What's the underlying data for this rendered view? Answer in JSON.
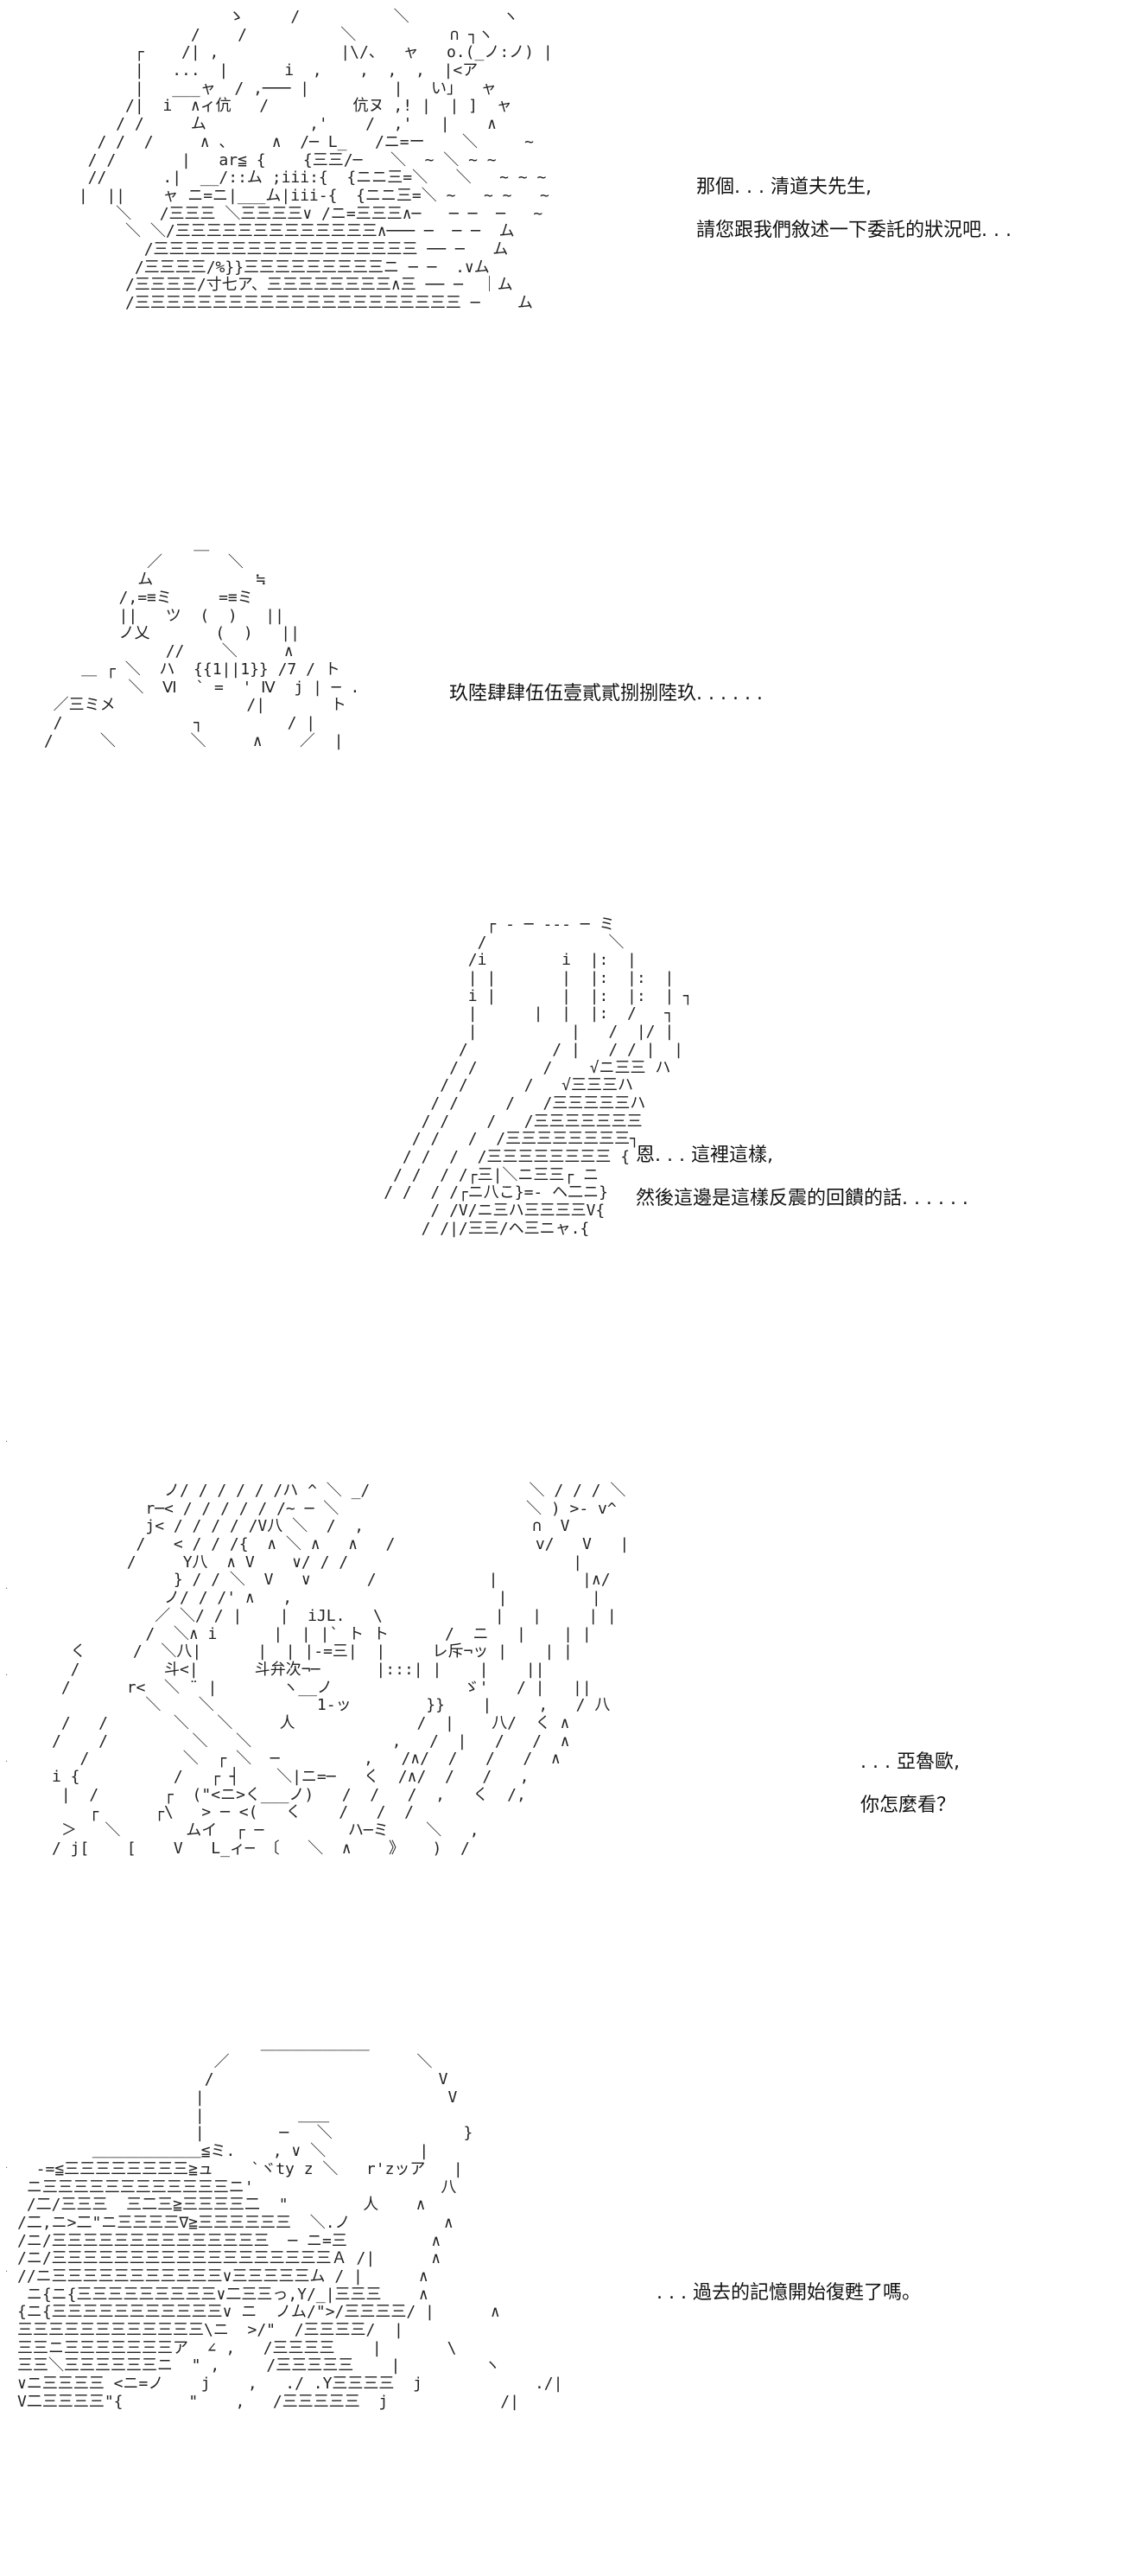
{
  "panels": [
    {
      "art": "                 ゝ     /          ＼          ヽ\n             /    /          ＼          ∩ ┐ヽ\n       ┌    /| ,             |\\/、  ャ   o.(_ノ:ノ) |\n       |   ...  |      i  ,    ,  ,  ,  |<ア\n       |   ___ャ  / ,─── |         |   い」  ャ\n      /|  i  ∧ィ伉   /         伉ヌ ,! |  | ]  ャ\n     / /     ム           ,'    /  ,'   |    ∧\n   / /  /     ∧ 、    ∧  /─ L_   /ニ=ー    ＼     ~\n  / /       |   ar≦ {    {三三/─   ＼  ~ ＼ ~ ~\n  //      .|  __/::ム ;iii:{  {ニニ三=＼   ＼   ~ ~ ~\n |  ||    ャ ニ=ニ|___ム|iii-{  {ニニ三=＼ ~   ~ ~   ~\n     ＼   /三三三 ＼三三三三∨ /ニ=三三三∧─   ─ ─  ─   ~\n      ＼ ＼/三三三三三三三三三三三三三∧─── ─  ─ ─  ム\n        /三三三三三三三三三三三三三三三三三 ── ─   ム\n       /三三三三/%}}三三三三三三三三三ニ ─ ─  .∨ム\n      /三三三三/寸七ア、三三三三三三三三∧三 ── ─  ｜ム\n      /三三三三三三三三三三三三三三三三三三三三三 ─    ム",
      "lines": [
        "那個. . . 清道夫先生,",
        "請您跟我們敘述一下委託的狀況吧. . ."
      ]
    },
    {
      "art": "                 ＿\n            ／       ＼\n           ム           ≒\n         /,=≡ミ     =≡ミ\n         ||   ツ  (  )   ||\n         ノ乂       (  )   ||\n              //    ＼     ∧\n     ＿ ┌ ＼  ハ  {{1||1}} /7 / ト\n          ＼  Ⅵ  ` =  ' Ⅳ  j | ─ .\n  ／三ミメ              /|       ト\n  /              ┐         / |\n /     ＼        ＼     ∧    ／  |",
      "lines": [
        "玖陸肆肆伍伍壹貳貳捌捌陸玖. . . . . ."
      ]
    },
    {
      "art": "                            ┌ - ─ --- ─ ミ\n                           /             ＼\n                          /i        i  |:  |\n                          | |       |  |:  |:  |\n                          i |       |  |:  |:  | ┐\n                          |      |  |  |:  /   ┐\n                          |          |   /  |/ |\n                         /         / |   / / |  |\n                        / /       /    √ニ三三 ハ\n                       / /      /   √三三三ハ\n                      / /     /   /三三三三三ハ\n                     / /    /   /三三三三三三三\n                    / /   /  /三三三三三三三三┐\n                   / /  /  /三三三三三三三三 {\n                  / /  / /┌三|＼ニ三三┌ ニ\n                 / /  / /┌ニ八こ}=- ヘ二ニ}\n                      / /V/ニ三ハ三三三三V{\n                     / /|/三三/ヘ三ニャ.{",
      "lines": [
        "恩. . . 這裡這樣,",
        "然後這邊是這樣反震的回饋的話. . . . . ."
      ]
    },
    {
      "art": "            ノ/ / / / / /ハ ^ ＼ _/                 ＼ / / / ＼\n          r─< / / / / / /~ ─ ＼                    ＼ ) >- v^\n          j< / / / / /V八 ＼  /  ,                  ∩  V\n         /   < / / /{  ∧ ＼ ∧   ∧   /               v/   V   |\n        /     Y八  ∧ V    ∨/ / /                        |\n             } / / ＼  V   ∨      /            |         |∧/\n            ノ/ / /' ∧   ,                      |         |\n           ／ ＼/ / |    |  iJL.   \\            |   |     | |\n          /  ＼∧ i      |  | |` ト ト      /  ニ   |    | |\n  く     /  ＼八|      |  | |-=三|  |     レ斥¬ッ |    | |\n  /         斗<|      斗弁次¬─      |:::| |    |    ||\n /      r<  ＼ ¨ |       ヽ__ノ              ゞ'   / |   ||\n          ＼    ＼           1-ッ        }}    |     ,   / 八\n /   /       ＼   ＼     人             /  |    八/  く ∧\n/    /         ＼   ＼               ,   /  |   /   /  ∧\n   /          ＼  ┌ ＼  ─         ,   /∧/  /   /   /  ∧\ni {          /   ┌ ┤    ＼|ニ=─   く  /∧/  /   /   ,\n |  /       ┌  (\"<ニ>く___ノ)   /  /   /  ,   く  /,\n    ┌      ┌\\   > ─ <(   く    /   /  /\n ＞   ＼       ムイ  ┌ ─         ハ─ミ    ＼   ,\n/ j[    [    V   L_ィ─ 〔   ＼  ∧    》   )  /",
      "lines": [
        ". . . 亞魯歐,",
        "你怎麼看？"
      ]
    },
    {
      "art": "                          ＿＿＿＿＿＿＿\n                     ／                    ＼\n                    /                        V\n                   |                          V\n                   |          ＿＿\n                   |        ─   ＼              }\n        ＿＿＿＿＿＿＿≦ミ.    , ∨ ＼          |\n  -=≦三三三三三三三三≧ュ    `ヾty z ＼   r'zッア   |\n ニ三三三三三三三三三三三三ニ'                    八\n /二/三三三  三二三≧三三三三二  \"        人    ∧\n/二,ニ>二\"ニ三三三三∇≧三三三三三三  ＼.ノ          ∧\n/ニ/三三三三三三三三三三三三三三  ─ ニ=三         ∧\n/ニ/三三三三三三三三三三三三三三三三三三Ａ /|      ∧\n//ニ三三三三三三三三三三三∨三三三三三ム / |      ∧\n ニ{ニ{三三三三三三三三三∨二三三っ,Y/_|三三三    ∧\n{ニ{三三三三三三三三三三三∨ ニ  ノム/\">/三三三三/ |      ∧\n三三三三三三三三三三三三\\ニ  >/\"  /三三三三/  |\n三三ニ三三三三三三三ア  ∠ ,   /三三三三    |       \\\n三三＼三三三三三三ニ  \" ,     /三三三三三    |         ヽ\n∨ニ三三三三 <ニ=ノ    j    ,   ./ .Y三三三三  j            ./|\nV二三三三三\"{       \"    ,   /三三三三三  j            /|",
      "lines": [
        ". . . 過去的記憶開始復甦了嗎。"
      ]
    }
  ]
}
